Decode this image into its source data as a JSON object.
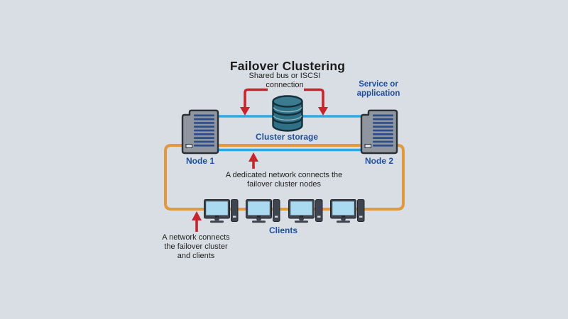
{
  "diagram": {
    "title": "Failover Clustering",
    "labels": {
      "service_or_application": "Service or application",
      "cluster_storage": "Cluster storage",
      "node1": "Node 1",
      "node2": "Node 2",
      "clients": "Clients"
    },
    "annotations": {
      "shared_bus": "Shared bus or ISCSI connection",
      "dedicated_network": "A dedicated network connects the failover cluster nodes",
      "client_network": "A network connects the failover cluster and clients"
    },
    "icons": {
      "node1": "server-tower-icon",
      "node2": "server-tower-icon",
      "storage": "database-cylinder-icon",
      "clients": "desktop-computer-icon",
      "pointers": "red-arrow-icon"
    },
    "colors": {
      "background": "#d9dee4",
      "network_blue": "#2ea9e0",
      "network_orange": "#e0993f",
      "arrow_red": "#c8242b",
      "label_navy": "#1d4f9e",
      "text_black": "#232323",
      "server_gray": "#8f969f",
      "server_outline": "#2b2f36",
      "server_vents": "#2c4c8c",
      "storage_teal": "#2e7086",
      "device_dark": "#3f454e",
      "screen_blue": "#aadaf0"
    },
    "structure": {
      "node_count": 2,
      "client_count": 4
    }
  }
}
